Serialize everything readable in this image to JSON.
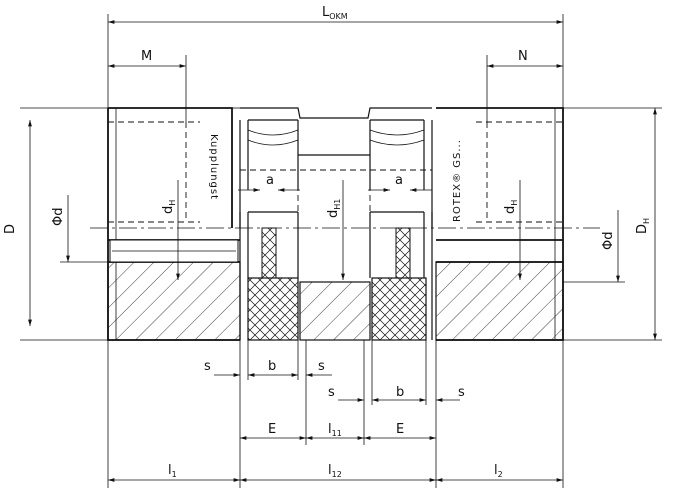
{
  "dimensions": {
    "L_okm": "L",
    "L_okm_sub": "OKM",
    "M": "M",
    "N": "N",
    "D": "D",
    "D_H": "D",
    "D_H_sub": "H",
    "d_left": "Φd",
    "d_right": "Φd",
    "d_H_left": "d",
    "d_H_left_sub": "H",
    "d_H1": "d",
    "d_H1_sub": "H1",
    "d_H_right": "d",
    "d_H_right_sub": "H",
    "a_left": "a",
    "a_right": "a",
    "s_1": "s",
    "s_2": "s",
    "s_3": "s",
    "s_4": "s",
    "b_1": "b",
    "b_2": "b",
    "E_1": "E",
    "E_2": "E",
    "l11": "l",
    "l11_sub": "11",
    "l1": "l",
    "l1_sub": "1",
    "l12": "l",
    "l12_sub": "12",
    "l2": "l",
    "l2_sub": "2"
  },
  "labels": {
    "left_hub": "Kupplungst",
    "right_hub": "ROTEX® GS..."
  }
}
